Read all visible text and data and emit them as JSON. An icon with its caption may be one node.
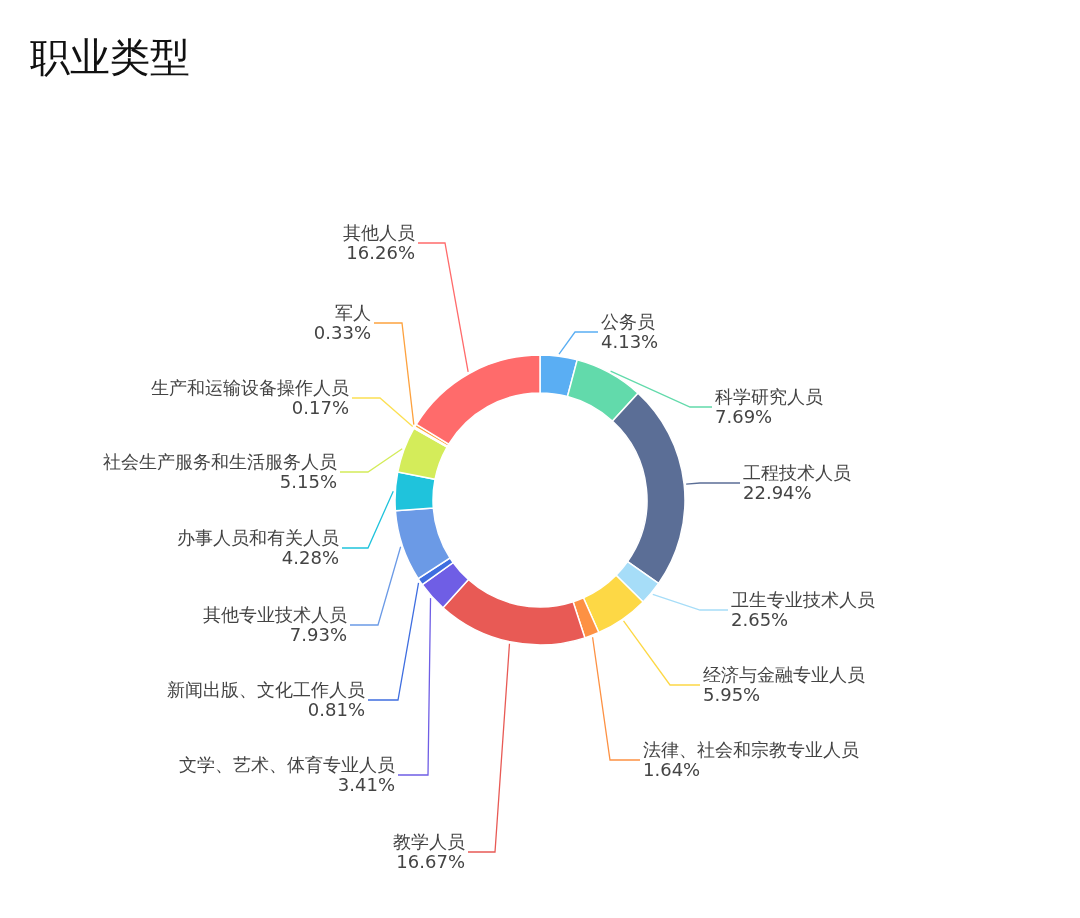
{
  "diagram": {
    "title": "职业类型",
    "chart_data": {
      "type": "donut",
      "categories": [
        "公务员",
        "科学研究人员",
        "工程技术人员",
        "卫生专业技术人员",
        "经济与金融专业人员",
        "法律、社会和宗教专业人员",
        "教学人员",
        "文学、艺术、体育专业人员",
        "新闻出版、文化工作人员",
        "其他专业技术人员",
        "办事人员和有关人员",
        "社会生产服务和生活服务人员",
        "生产和运输设备操作人员",
        "军人",
        "其他人员"
      ],
      "values": [
        4.13,
        7.69,
        22.94,
        2.65,
        5.95,
        1.64,
        16.67,
        3.41,
        0.81,
        7.93,
        4.28,
        5.15,
        0.17,
        0.33,
        16.26
      ],
      "colors": [
        "#5aaef3",
        "#62daab",
        "#5b6e96",
        "#a6ddf8",
        "#fdd845",
        "#fd9143",
        "#e85a55",
        "#6f5ee5",
        "#3f6ee0",
        "#6b9ae6",
        "#1fc3dc",
        "#d4ec5a",
        "#fce053",
        "#fda23f",
        "#ff6b6b"
      ],
      "value_labels": [
        "4.13%",
        "7.69%",
        "22.94%",
        "2.65%",
        "5.95%",
        "1.64%",
        "16.67%",
        "3.41%",
        "0.81%",
        "7.93%",
        "4.28%",
        "5.15%",
        "0.17%",
        "0.33%",
        "16.26%"
      ]
    }
  }
}
